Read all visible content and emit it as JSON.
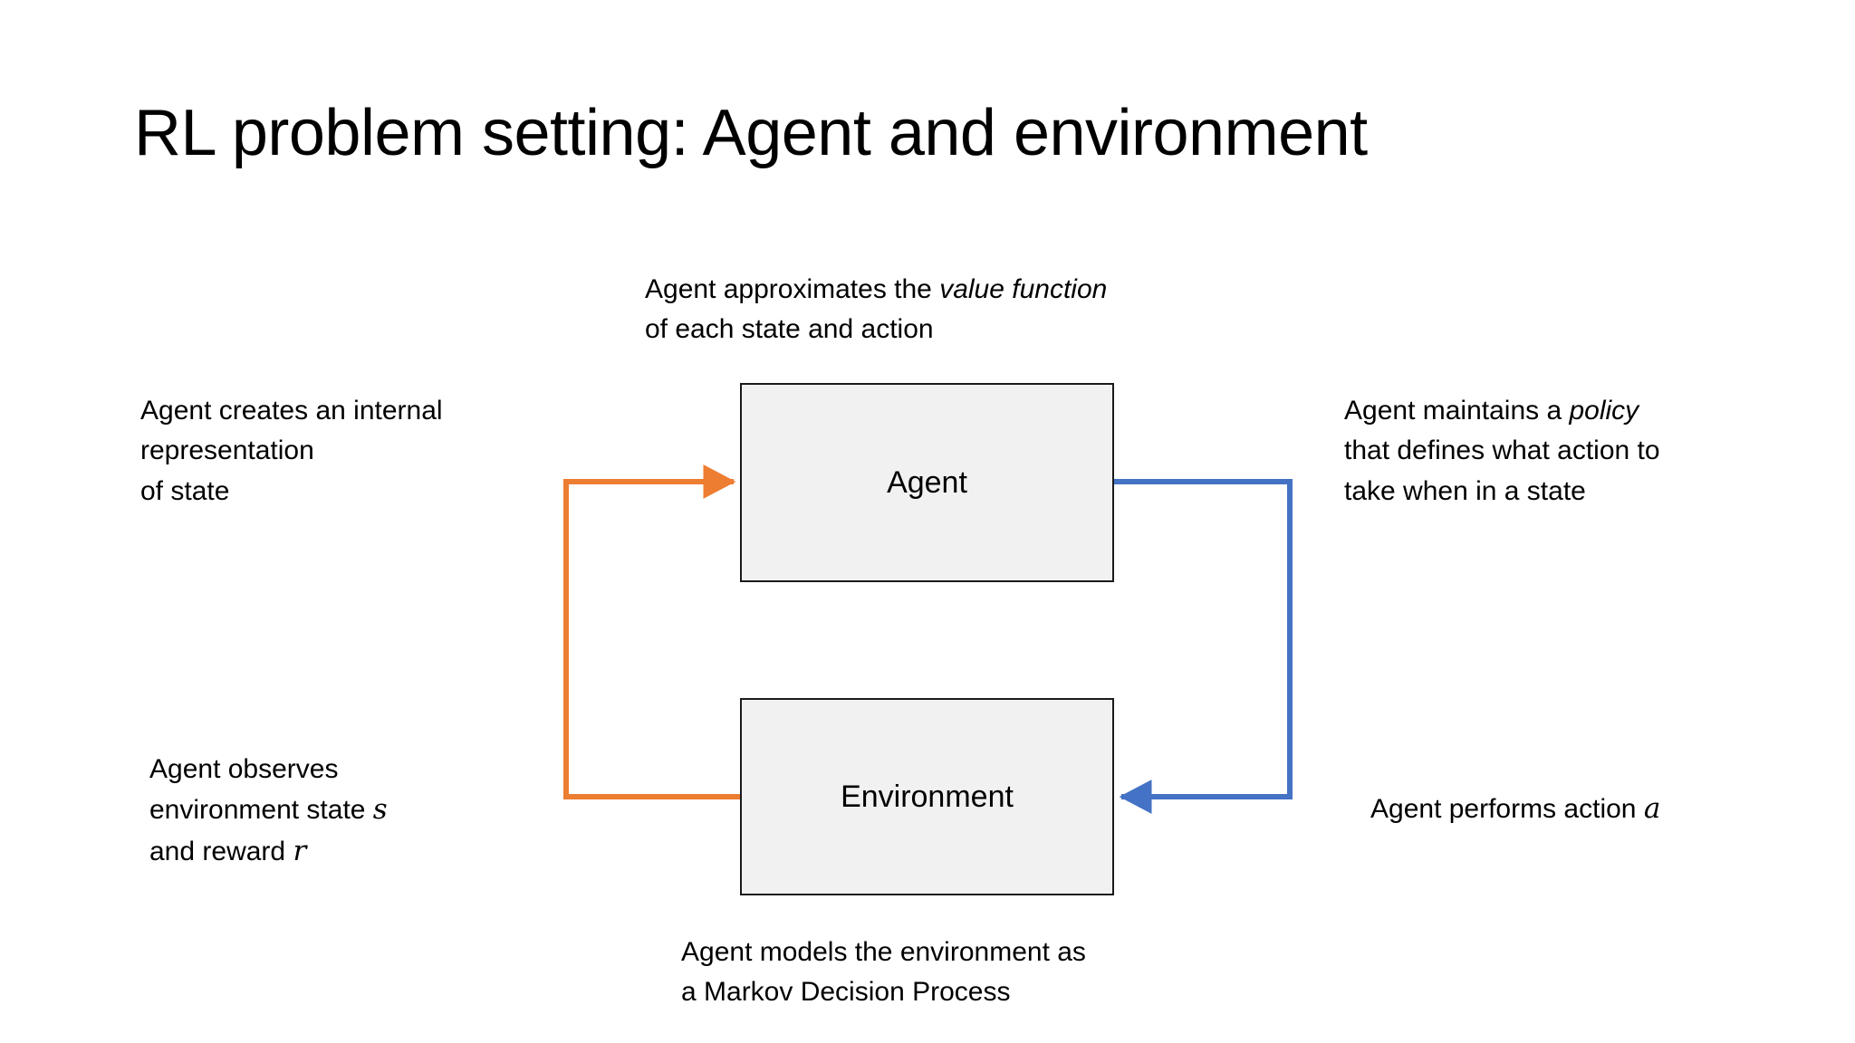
{
  "slide": {
    "title": "RL problem setting: Agent and environment",
    "background_color": "#FFFFFF"
  },
  "diagram": {
    "nodes": [
      {
        "id": "agent",
        "label": "Agent",
        "fill_color": "#F1F1F1",
        "border_color": "#1A1A1A"
      },
      {
        "id": "environment",
        "label": "Environment",
        "fill_color": "#F1F1F1",
        "border_color": "#1A1A1A"
      }
    ],
    "edges": [
      {
        "id": "environment-to-agent",
        "from": "environment",
        "to": "agent",
        "color": "#ED7D31",
        "direction": "environment-left-side-loops-left-and-up-into-agent-left-side"
      },
      {
        "id": "agent-to-environment",
        "from": "agent",
        "to": "environment",
        "color": "#4472C4",
        "direction": "agent-right-side-loops-right-and-down-into-environment-right-side"
      }
    ]
  },
  "annotations": {
    "value_function": {
      "line1_a": "Agent approximates the ",
      "line1_italic": "value function",
      "line2": "of each state and action"
    },
    "internal_state": {
      "line1": "Agent creates an internal",
      "line2": "representation",
      "line3": "of state"
    },
    "policy": {
      "line1_a": "Agent maintains a ",
      "line1_italic": "policy",
      "line2": "that defines what action to",
      "line3": "take when in a state"
    },
    "observes": {
      "line1": "Agent observes",
      "line2_a": "environment state ",
      "line2_var": "s",
      "line3_a": "and reward ",
      "line3_var": "r"
    },
    "action": {
      "line1_a": "Agent performs action ",
      "line1_var": "a"
    },
    "mdp": {
      "line1": "Agent models the environment as",
      "line2": "a Markov Decision Process"
    }
  }
}
